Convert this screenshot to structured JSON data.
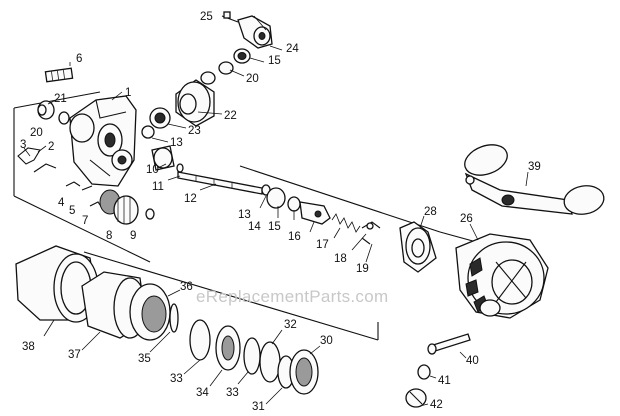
{
  "watermark": "eReplacementParts.com",
  "callouts": [
    "1",
    "2",
    "3",
    "4",
    "5",
    "6",
    "7",
    "8",
    "9",
    "10",
    "11",
    "12",
    "13",
    "13",
    "14",
    "15",
    "15",
    "16",
    "17",
    "18",
    "19",
    "20",
    "20",
    "21",
    "22",
    "23",
    "24",
    "25",
    "26",
    "28",
    "30",
    "31",
    "32",
    "33",
    "33",
    "34",
    "35",
    "36",
    "37",
    "38",
    "39",
    "40",
    "41",
    "42"
  ]
}
